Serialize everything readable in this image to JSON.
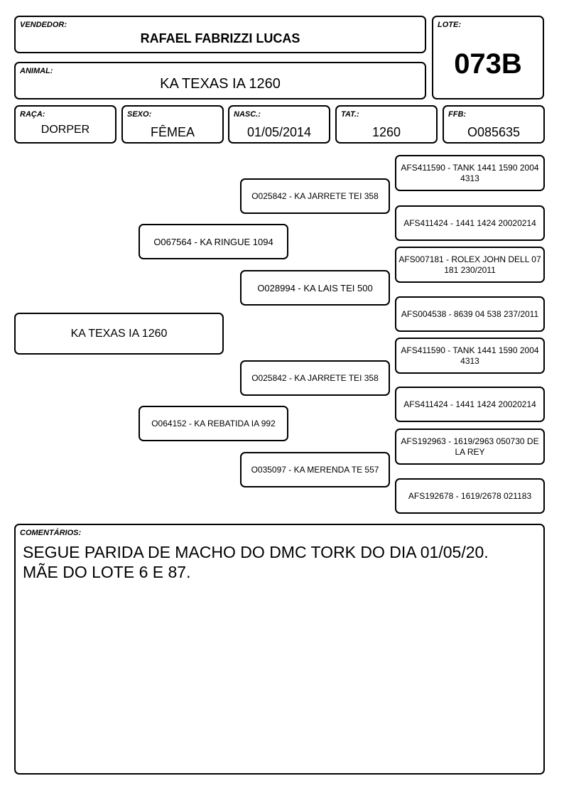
{
  "vendedor": {
    "label": "VENDEDOR:",
    "value": "RAFAEL FABRIZZI LUCAS"
  },
  "animal": {
    "label": "ANIMAL:",
    "value": "KA TEXAS IA 1260"
  },
  "lote": {
    "label": "LOTE:",
    "value": "073B"
  },
  "raca": {
    "label": "RAÇA:",
    "value": "DORPER"
  },
  "sexo": {
    "label": "SEXO:",
    "value": "FÊMEA"
  },
  "nasc": {
    "label": "NASC.:",
    "value": "01/05/2014"
  },
  "tat": {
    "label": "TAT.:",
    "value": "1260"
  },
  "ffb": {
    "label": "FFB:",
    "value": "O085635"
  },
  "pedigree": {
    "animal": "KA TEXAS IA 1260",
    "sire": "O067564 - KA RINGUE 1094",
    "dam": "O064152 - KA REBATIDA IA 992",
    "sire_sire": "O025842 - KA JARRETE TEI 358",
    "sire_dam": "O028994 - KA LAIS TEI 500",
    "dam_sire": "O025842 - KA JARRETE TEI 358",
    "dam_dam": "O035097 - KA MERENDA TE 557",
    "sire_sire_sire": "AFS411590 - TANK 1441 1590 2004 4313",
    "sire_sire_dam": "AFS411424 - 1441 1424 20020214",
    "sire_dam_sire": "AFS007181 - ROLEX JOHN DELL 07 181 230/2011",
    "sire_dam_dam": "AFS004538 - 8639 04 538 237/2011",
    "dam_sire_sire": "AFS411590 - TANK 1441 1590 2004 4313",
    "dam_sire_dam": "AFS411424 - 1441 1424 20020214",
    "dam_dam_sire": "AFS192963 - 1619/2963 050730 DE LA REY",
    "dam_dam_dam": "AFS192678 - 1619/2678 021183"
  },
  "comentarios": {
    "label": "COMENTÁRIOS:",
    "line1": "SEGUE PARIDA DE MACHO DO DMC TORK DO DIA 01/05/20.",
    "line2": "MÃE DO LOTE 6 E 87."
  }
}
